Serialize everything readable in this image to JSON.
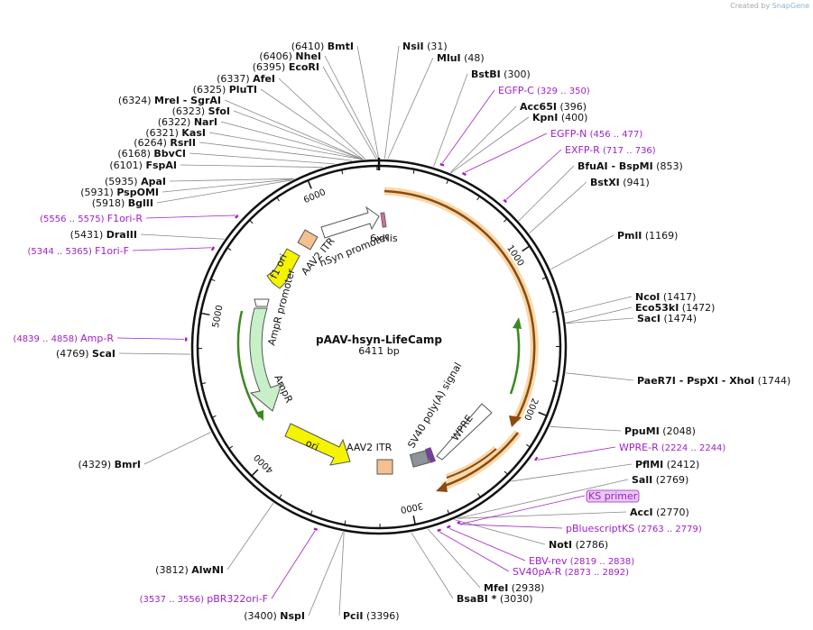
{
  "credit": {
    "prefix": "Created by",
    "brand": "SnapGene"
  },
  "plasmid": {
    "name": "pAAV-hsyn-LifeCamp",
    "size_label": "6411 bp"
  },
  "ticks": [
    "1000",
    "2000",
    "3000",
    "4000",
    "5000",
    "6000"
  ],
  "features": {
    "hsyn": "hSyn promoter",
    "sixhis": "6xHis",
    "itr_top": "AAV2 ITR",
    "f1ori": "f1 ori",
    "ampr_promoter": "AmpR promoter",
    "ampr": "AmpR",
    "ori": "ori",
    "itr_bottom": "AAV2 ITR",
    "sv40pa": "SV40 poly(A) signal",
    "wpre": "WPRE"
  },
  "enzymes_left": [
    {
      "pos": "(6410)",
      "name": "BmtI"
    },
    {
      "pos": "(6406)",
      "name": "NheI"
    },
    {
      "pos": "(6395)",
      "name": "EcoRI"
    },
    {
      "pos": "(6337)",
      "name": "AfeI"
    },
    {
      "pos": "(6325)",
      "name": "PluTI"
    },
    {
      "pos": "(6324)",
      "name": "MreI",
      "extra": "- SgrAI"
    },
    {
      "pos": "(6323)",
      "name": "SfoI"
    },
    {
      "pos": "(6322)",
      "name": "NarI"
    },
    {
      "pos": "(6321)",
      "name": "KasI"
    },
    {
      "pos": "(6264)",
      "name": "RsrII"
    },
    {
      "pos": "(6168)",
      "name": "BbvCI"
    },
    {
      "pos": "(6101)",
      "name": "FspAI"
    },
    {
      "pos": "(5935)",
      "name": "ApaI"
    },
    {
      "pos": "(5931)",
      "name": "PspOMI"
    },
    {
      "pos": "(5918)",
      "name": "BglII"
    },
    {
      "pos": "(5431)",
      "name": "DraIII"
    },
    {
      "pos": "(4769)",
      "name": "ScaI"
    },
    {
      "pos": "(4329)",
      "name": "BmrI"
    },
    {
      "pos": "(3812)",
      "name": "AlwNI"
    },
    {
      "pos": "(3400)",
      "name": "NspI"
    }
  ],
  "enzymes_right": [
    {
      "name": "NsiI",
      "pos": "(31)"
    },
    {
      "name": "MluI",
      "pos": "(48)"
    },
    {
      "name": "BstBI",
      "pos": "(300)"
    },
    {
      "name": "Acc65I",
      "pos": "(396)"
    },
    {
      "name": "KpnI",
      "pos": "(400)"
    },
    {
      "name": "BfuAI",
      "extra": "- BspMI",
      "pos": "(853)"
    },
    {
      "name": "BstXI",
      "pos": "(941)"
    },
    {
      "name": "PmlI",
      "pos": "(1169)"
    },
    {
      "name": "NcoI",
      "pos": "(1417)"
    },
    {
      "name": "Eco53kI",
      "pos": "(1472)"
    },
    {
      "name": "SacI",
      "pos": "(1474)"
    },
    {
      "name": "PaeR7I",
      "extra": "- PspXI  - XhoI",
      "pos": "(1744)"
    },
    {
      "name": "PpuMI",
      "pos": "(2048)"
    },
    {
      "name": "PflMI",
      "pos": "(2412)"
    },
    {
      "name": "SalI",
      "pos": "(2769)"
    },
    {
      "name": "AccI",
      "pos": "(2770)"
    },
    {
      "name": "NotI",
      "pos": "(2786)"
    },
    {
      "name": "MfeI",
      "pos": "(2938)"
    },
    {
      "name": "BsaBI *",
      "pos": "(3030)"
    },
    {
      "name": "PciI",
      "pos": "(3396)"
    }
  ],
  "primers_left": [
    {
      "range": "(5556 .. 5575)",
      "name": "F1ori-R"
    },
    {
      "range": "(5344 .. 5365)",
      "name": "F1ori-F"
    },
    {
      "range": "(4839 .. 4858)",
      "name": "Amp-R"
    },
    {
      "range": "(3537 .. 3556)",
      "name": "pBR322ori-F"
    }
  ],
  "primers_right": [
    {
      "name": "EGFP-C",
      "range": "(329 .. 350)"
    },
    {
      "name": "EGFP-N",
      "range": "(456 .. 477)"
    },
    {
      "name": "EXFP-R",
      "range": "(717 .. 736)"
    },
    {
      "name": "WPRE-R",
      "range": "(2224 .. 2244)"
    },
    {
      "name": "KS primer",
      "range": ""
    },
    {
      "name": "pBluescriptKS",
      "range": "(2763 .. 2779)"
    },
    {
      "name": "EBV-rev",
      "range": "(2819 .. 2838)"
    },
    {
      "name": "SV40pA-R",
      "range": "(2873 .. 2892)"
    }
  ],
  "colors": {
    "backbone": "#111111",
    "primer": "#a020c8",
    "leader": "#888888",
    "orange_cds": "#e8a040",
    "yellow": "#f4f400",
    "ampr_fill": "#c8f0c8",
    "itr_fill": "#f4c090",
    "gray_box": "#8c9399",
    "brand": "#8fb3cf"
  }
}
